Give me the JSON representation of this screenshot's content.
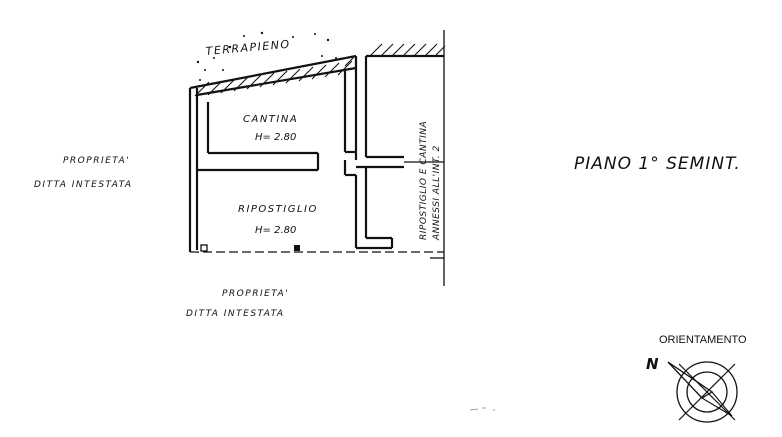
{
  "labels": {
    "terrapieno": "TERRAPIENO",
    "cantina_name": "CANTINA",
    "cantina_height": "H= 2.80",
    "ripostiglio_name": "RIPOSTIGLIO",
    "ripostiglio_height": "H= 2.80",
    "annessi_line1": "RIPOSTIGLIO E CANTINA",
    "annessi_line2": "ANNESSI ALL'INT. 2",
    "left_owner_line1": "PROPRIETA'",
    "left_owner_line2": "DITTA INTESTATA",
    "bottom_owner_line1": "PROPRIETA'",
    "bottom_owner_line2": "DITTA INTESTATA",
    "floor_title": "PIANO 1° SEMINT.",
    "orientation_label": "ORIENTAMENTO",
    "north_letter": "N"
  },
  "colors": {
    "ink": "#111111",
    "paper": "#ffffff"
  }
}
